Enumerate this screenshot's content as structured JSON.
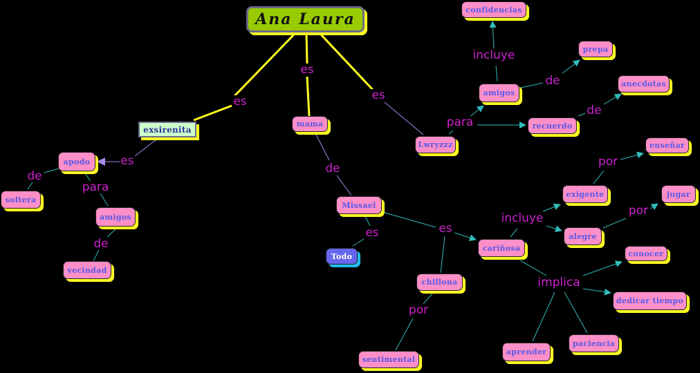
{
  "map_title": "Ana Laura",
  "nodes": {
    "ana_laura": "Ana Laura",
    "exsirenita": "exsirenita",
    "mama": "mama",
    "lwryzzz": "Lwryzzz",
    "apodo": "apodo",
    "soltera": "soltera",
    "amigos_left": "amigos",
    "vecindad": "vecindad",
    "missael": "Missael",
    "todo": "Todo",
    "carinosa": "cariñosa",
    "chillona": "chillona",
    "sentimental": "sentimental",
    "exigente": "exigente",
    "alegre": "alegre",
    "ensenar": "enseñar",
    "jugar": "jugar",
    "conocer": "conocer",
    "dedicar_tiempo": "dedicar tiempo",
    "aprender": "aprender",
    "paciencia": "paciencia",
    "confidencias": "confidencias",
    "amigos_right": "amigos",
    "prepa": "prepa",
    "recuerdo": "recuerdo",
    "anecdotas": "anecdotas"
  },
  "links": {
    "es_exsirenita": "es",
    "es_mama": "es",
    "es_lwryzzz": "es",
    "es_apodo": "es",
    "de_soltera": "de",
    "para_amigos": "para",
    "de_vecindad": "de",
    "de_missael": "de",
    "es_todo": "es",
    "es_carinosa": "es",
    "por_sentimental": "por",
    "incluye_exigente": "incluye",
    "por_ensenar": "por",
    "por_jugar": "por",
    "implica": "implica",
    "incluye_confidencias": "incluye",
    "para_lwryzzz": "para",
    "de_prepa": "de",
    "de_anecdotas": "de"
  },
  "colors": {
    "background": "#000000",
    "concept_fill": "#fc8ec8",
    "concept_text": "#5a5ae6",
    "shadow": "#ffff22",
    "root_fill": "#99cc00",
    "link_text": "#cc22cc",
    "line_primary": "#ffff22",
    "line_teal": "#33bbbb",
    "line_lavender": "#aa88ee"
  }
}
